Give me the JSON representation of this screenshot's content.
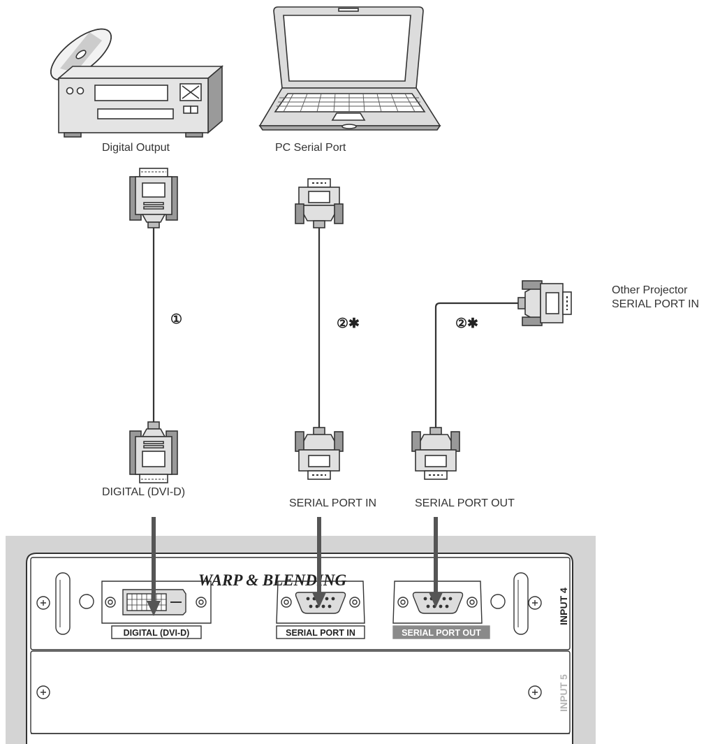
{
  "devices": {
    "dvd_label": "Digital Output",
    "pc_label": "PC Serial Port",
    "other_projector_label": [
      "Other Projector",
      "SERIAL PORT IN"
    ]
  },
  "cables": {
    "dvi_number": "①",
    "serial_in_number": "②✱",
    "serial_out_number": "②✱"
  },
  "connectors": {
    "dvi_label": "DIGITAL (DVI-D)",
    "serial_in_label": "SERIAL PORT IN",
    "serial_out_label": "SERIAL PORT OUT"
  },
  "panel": {
    "brand": "WARP & BLENDING",
    "port_dvi": "DIGITAL (DVI-D)",
    "port_serial_in": "SERIAL PORT IN",
    "port_serial_out": "SERIAL PORT OUT",
    "slot_top": "INPUT 4",
    "slot_bottom": "INPUT 5"
  },
  "colors": {
    "panel_bg": "#d4d4d4",
    "arrow": "#555555",
    "outline": "#333333"
  }
}
